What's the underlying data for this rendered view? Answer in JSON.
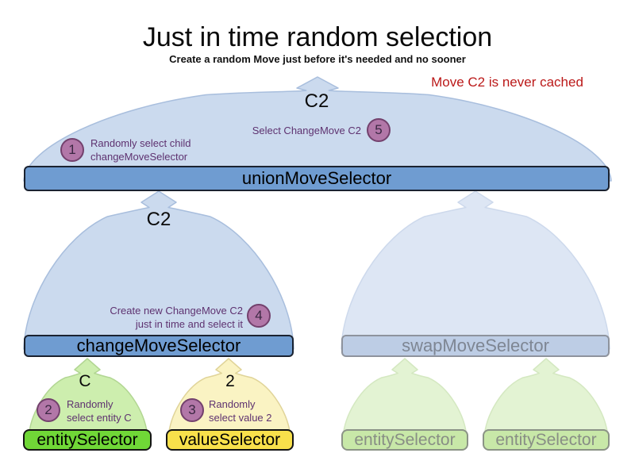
{
  "title": "Just in time random selection",
  "subtitle": "Create a random Move just before it's needed and no sooner",
  "note": "Move C2 is never cached",
  "selectors": {
    "union": {
      "label": "unionMoveSelector",
      "output": "C2"
    },
    "change": {
      "label": "changeMoveSelector",
      "output": "C2"
    },
    "swap": {
      "label": "swapMoveSelector"
    },
    "entity": {
      "label": "entitySelector",
      "output": "C"
    },
    "value": {
      "label": "valueSelector",
      "output": "2"
    },
    "faded_left": {
      "label": "entitySelector"
    },
    "faded_right": {
      "label": "entitySelector"
    }
  },
  "steps": [
    {
      "n": "1",
      "line1": "Randomly select child",
      "line2": "changeMoveSelector"
    },
    {
      "n": "2",
      "line1": "Randomly",
      "line2": "select entity C"
    },
    {
      "n": "3",
      "line1": "Randomly",
      "line2": "select value 2"
    },
    {
      "n": "4",
      "line1": "Create new ChangeMove C2",
      "line2": "just in time and select it"
    },
    {
      "n": "5",
      "line1": "Select ChangeMove C2"
    }
  ],
  "colors": {
    "arch_blue": "#cbdaee",
    "arch_blue_border": "#a8bedd",
    "arch_blue_faded": "#dde6f4",
    "arch_blue_faded_border": "#cdd9ec",
    "bar_blue": "#6f9cd1",
    "bar_blue_border": "#1a2230",
    "bar_blue_faded": "#bdcde5",
    "bar_blue_faded_border": "#8e939d",
    "bar_blue_faded_text": "#7e8693",
    "arch_green": "#cdeeae",
    "arch_green_border": "#b2d693",
    "arch_yellow": "#faf3c3",
    "arch_yellow_border": "#e0d499",
    "arch_green_faded": "#e3f3d3",
    "arch_green_faded_border": "#d4e8c1",
    "bar_green": "#70d737",
    "bar_yellow": "#f8e04b",
    "bar_dark_border": "#141414",
    "bar_green_faded": "#c8e8a8",
    "bar_green_faded_border": "#8b9386",
    "bar_green_faded_text": "#888e85",
    "circle_fill": "#b277a8",
    "circle_border": "#73416d",
    "circle_text": "#3a2742",
    "annotation_text": "#5e3270",
    "note_red": "#bb1919"
  }
}
